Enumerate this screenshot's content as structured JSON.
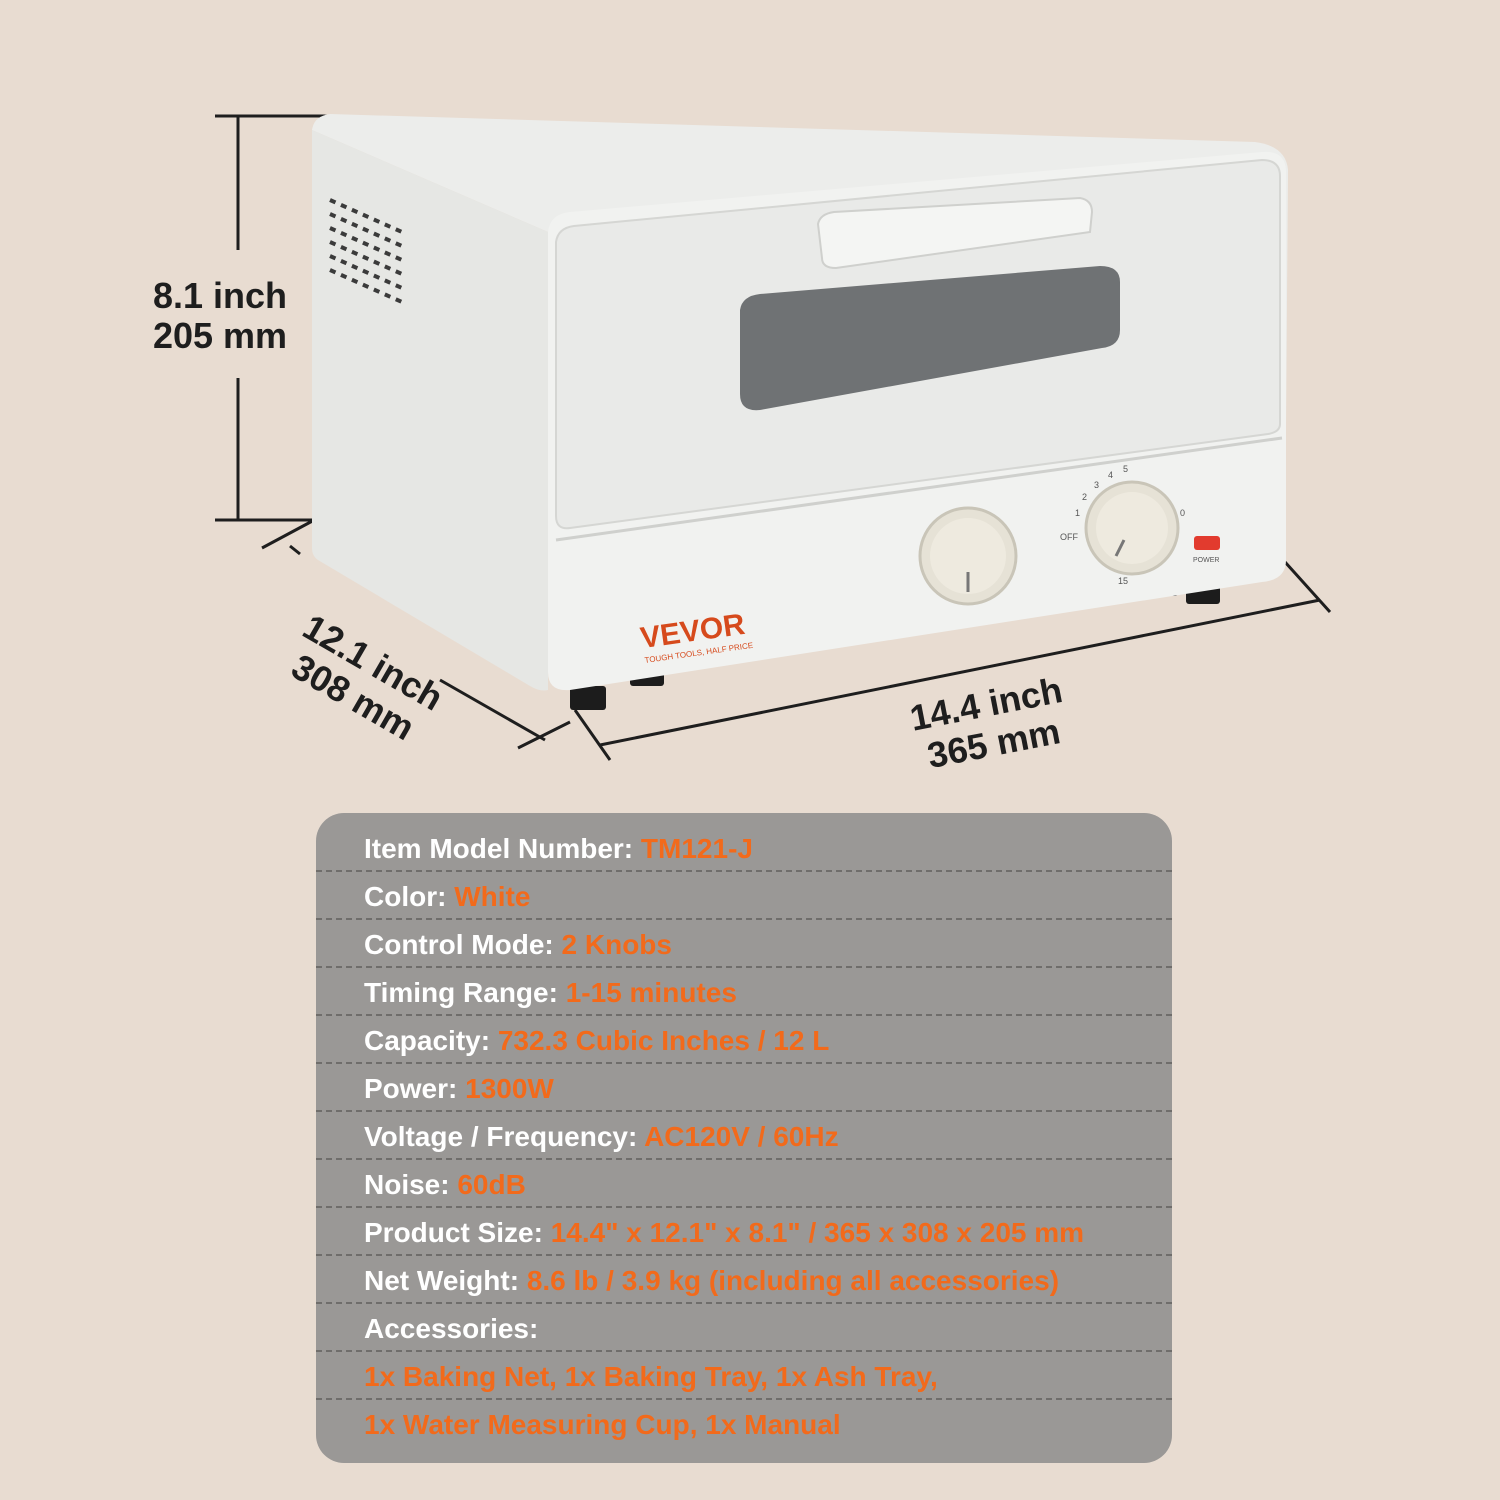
{
  "dimensions": {
    "height": {
      "imperial": "8.1 inch",
      "metric": "205 mm"
    },
    "depth": {
      "imperial": "12.1 inch",
      "metric": "308 mm"
    },
    "width": {
      "imperial": "14.4 inch",
      "metric": "365 mm"
    }
  },
  "product": {
    "brand": "VEVOR",
    "tagline": "TOUGH TOOLS, HALF PRICE",
    "timer_dial": [
      "OFF",
      "1",
      "2",
      "3",
      "4",
      "5",
      "0",
      "15"
    ],
    "power_indicator": "POWER"
  },
  "specs": [
    {
      "label": "Item Model Number: ",
      "value": "TM121-J"
    },
    {
      "label": "Color: ",
      "value": "White"
    },
    {
      "label": "Control Mode: ",
      "value": "2 Knobs"
    },
    {
      "label": "Timing Range: ",
      "value": "1-15 minutes"
    },
    {
      "label": "Capacity: ",
      "value": "732.3 Cubic Inches / 12 L"
    },
    {
      "label": "Power: ",
      "value": "1300W"
    },
    {
      "label": "Voltage / Frequency: ",
      "value": "AC120V / 60Hz"
    },
    {
      "label": "Noise: ",
      "value": "60dB"
    },
    {
      "label": "Product Size: ",
      "value": "14.4\" x 12.1\" x 8.1\" / 365 x 308 x 205 mm"
    },
    {
      "label": "Net Weight: ",
      "value": "8.6 lb / 3.9 kg (including all accessories)"
    },
    {
      "label": "Accessories:",
      "value": ""
    }
  ],
  "accessories_lines": [
    "1x Baking Net, 1x Baking Tray, 1x Ash Tray,",
    "1x Water Measuring Cup, 1x Manual"
  ],
  "colors": {
    "background": "#e8dcd1",
    "card": "#9a9896",
    "accent": "#f26a1b",
    "brand": "#d64a1c"
  }
}
